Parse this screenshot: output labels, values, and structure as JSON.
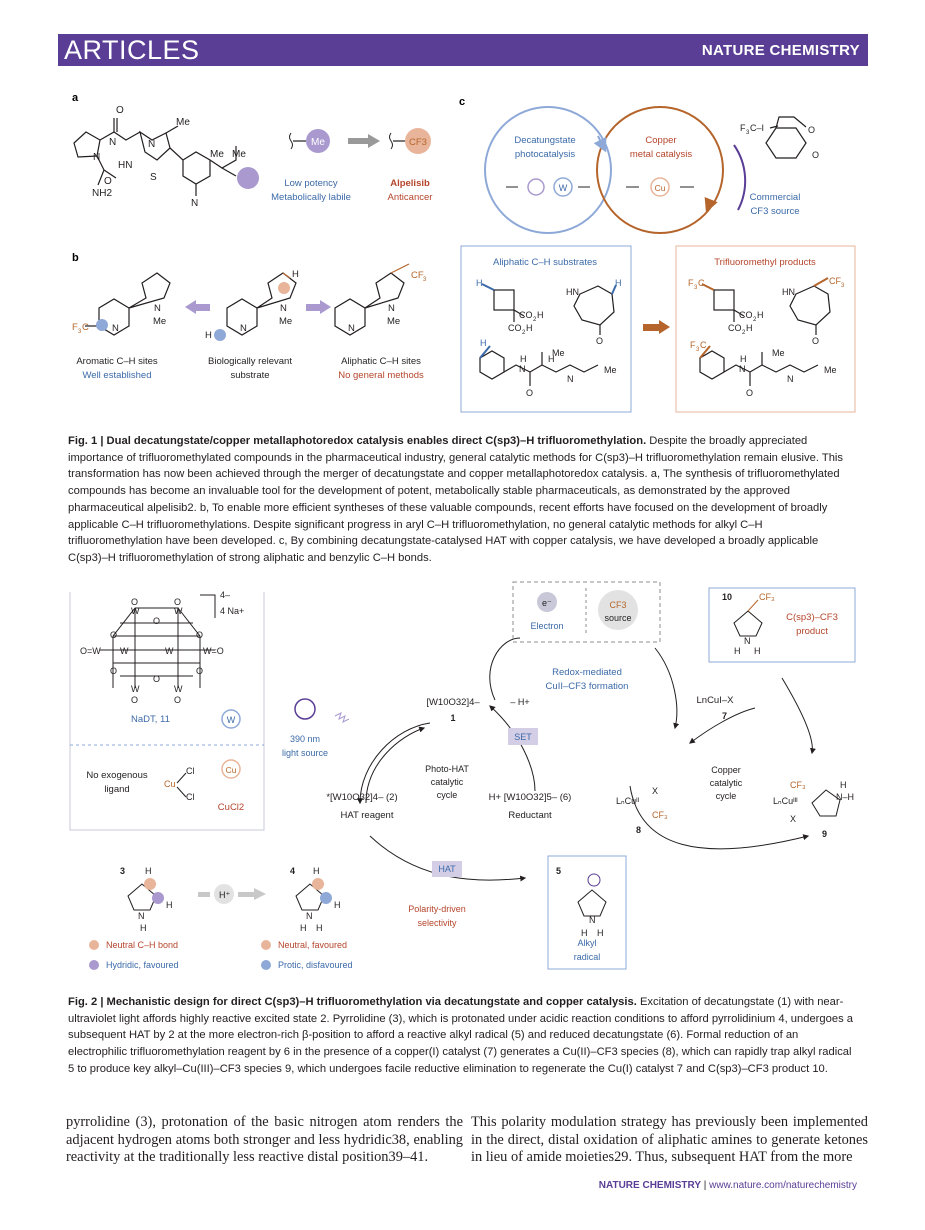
{
  "header": {
    "section": "ARTICLES",
    "journal": "NATURE CHEMISTRY"
  },
  "fig1": {
    "panel_a": {
      "label": "a",
      "me_circle": "Me",
      "cf3_circle": "CF3",
      "left_caption": [
        "Low potency",
        "Metabolically labile"
      ],
      "right_caption": [
        "Alpelisib",
        "Anticancer"
      ],
      "atoms": [
        "N",
        "O",
        "N",
        "HN",
        "N",
        "S",
        "Me",
        "Me",
        "Me",
        "NH2",
        "O",
        "N"
      ]
    },
    "panel_b": {
      "label": "b",
      "left": [
        "Aromatic C–H sites",
        "Well established"
      ],
      "middle": [
        "Biologically relevant",
        "substrate"
      ],
      "right": [
        "Aliphatic C–H sites",
        "No general methods"
      ]
    },
    "panel_c": {
      "label": "c",
      "photo": [
        "Decatungstate",
        "photocatalysis"
      ],
      "copper": [
        "Copper",
        "metal catalysis"
      ],
      "reagent": [
        "Commercial",
        "CF3 source"
      ],
      "w": "W",
      "cu": "Cu",
      "substrates_title": "Aliphatic C–H substrates",
      "products_title": "Trifluoromethyl products"
    }
  },
  "fig1_caption": {
    "title": "Fig. 1 | Dual decatungstate/copper metallaphotoredox catalysis enables direct C(sp3)–H trifluoromethylation.",
    "text": " Despite the broadly appreciated importance of trifluoromethylated compounds in the pharmaceutical industry, general catalytic methods for C(sp3)–H trifluoromethylation remain elusive. This transformation has now been achieved through the merger of decatungstate and copper metallaphotoredox catalysis. a, The synthesis of trifluoromethylated compounds has become an invaluable tool for the development of potent, metabolically stable pharmaceuticals, as demonstrated by the approved pharmaceutical alpelisib2. b, To enable more efficient syntheses of these valuable compounds, recent efforts have focused on the development of broadly applicable C–H trifluoromethylations. Despite significant progress in aryl C–H trifluoromethylation, no general catalytic methods for alkyl C–H trifluoromethylation have been developed. c, By combining decatungstate-catalysed HAT with copper catalysis, we have developed a broadly applicable C(sp3)–H trifluoromethylation of strong aliphatic and benzylic C–H bonds."
  },
  "fig2": {
    "nadt": "NaDT, 11",
    "charge": "4–",
    "na": "4 Na+",
    "no_ligand": [
      "No exogenous",
      "ligand"
    ],
    "cucl2": "CuCl2",
    "light": [
      "390 nm",
      "light source"
    ],
    "electron": "Electron",
    "cf3_source": [
      "CF3",
      "source"
    ],
    "redox": [
      "Redox-mediated",
      "CuII–CF3 formation"
    ],
    "w10": "[W10O32]4–",
    "w10_num": "1",
    "minus_h": "– H+",
    "set": "SET",
    "hat_reagent": [
      "*[W10O32]4– (2)",
      "HAT reagent"
    ],
    "photo_cycle": [
      "Photo-HAT",
      "catalytic",
      "cycle"
    ],
    "reductant": [
      "H+ [W10O32]5– (6)",
      "Reductant"
    ],
    "hat": "HAT",
    "polarity": [
      "Polarity-driven",
      "selectivity"
    ],
    "alkyl": [
      "Alkyl",
      "radical"
    ],
    "copper_cycle": [
      "Copper",
      "catalytic",
      "cycle"
    ],
    "lncu": "LnCuI–X",
    "num7": "7",
    "num8": "8",
    "num9": "9",
    "num10": "10",
    "num3": "3",
    "num4": "4",
    "num5": "5",
    "product": [
      "C(sp3)–CF3",
      "product"
    ],
    "legend": [
      "Neutral C–H bond",
      "Hydridic, favoured",
      "Neutral, favoured",
      "Protic, disfavoured"
    ]
  },
  "fig2_caption": {
    "title": "Fig. 2 | Mechanistic design for direct C(sp3)–H trifluoromethylation via decatungstate and copper catalysis.",
    "text": " Excitation of decatungstate (1) with near-ultraviolet light affords highly reactive excited state 2. Pyrrolidine (3), which is protonated under acidic reaction conditions to afford pyrrolidinium 4, undergoes a subsequent HAT by 2 at the more electron-rich β-position to afford a reactive alkyl radical (5) and reduced decatungstate (6). Formal reduction of an electrophilic trifluoromethylation reagent by 6 in the presence of a copper(I) catalyst (7) generates a Cu(II)–CF3 species (8), which can rapidly trap alkyl radical 5 to produce key alkyl–Cu(III)–CF3 species 9, which undergoes facile reductive elimination to regenerate the Cu(I) catalyst 7 and C(sp3)–CF3 product 10."
  },
  "body": {
    "left": "pyrrolidine (3), protonation of the basic nitrogen atom renders the adjacent hydrogen atoms both stronger and less hydridic38, enabling reactivity at the traditionally less reactive distal position39–41.",
    "right": "This polarity modulation strategy has previously been implemented in the direct, distal oxidation of aliphatic amines to generate ketones in lieu of amide moieties29. Thus, subsequent HAT from the more"
  },
  "footer": {
    "journal": "NATURE CHEMISTRY",
    "sep": " | ",
    "url": "www.nature.com/naturechemistry"
  }
}
